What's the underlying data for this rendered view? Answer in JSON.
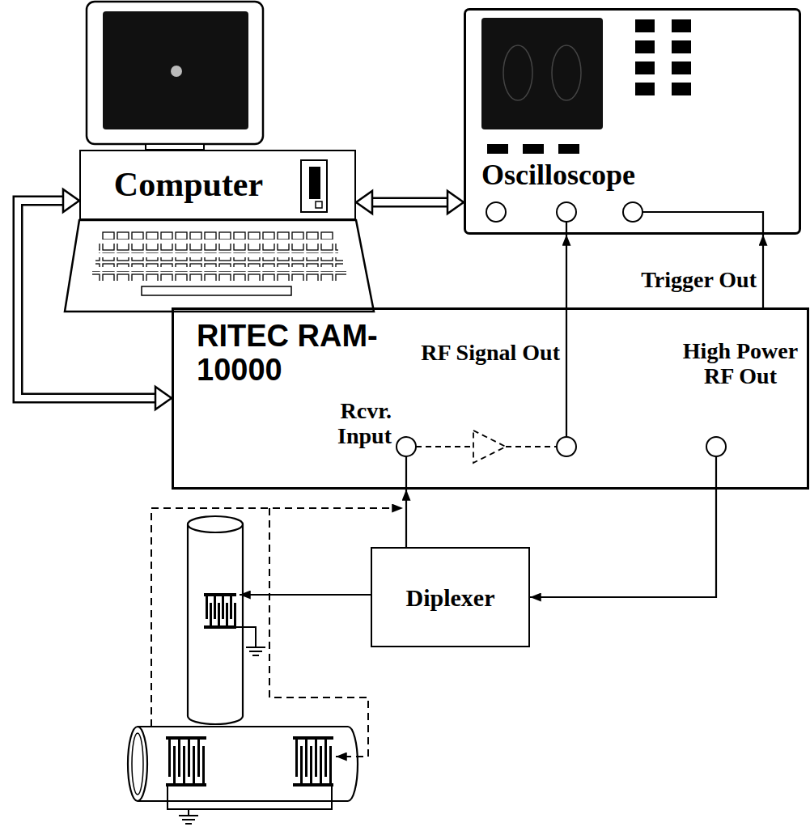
{
  "diagram": {
    "nodes": [
      {
        "text": [
          "Computer"
        ]
      },
      {
        "text": [
          "Oscilloscope"
        ]
      },
      {
        "text": [
          "RITEC RAM-10000"
        ]
      },
      {
        "text": [
          "Diplexer"
        ]
      }
    ],
    "edges": [
      {
        "from": 0,
        "to": 1,
        "arrow": "both"
      },
      {
        "from": 0,
        "to": 2,
        "arrow": "both"
      },
      {
        "from": 2,
        "to": 1,
        "arrow": "to",
        "label": "Trigger Out"
      },
      {
        "from": 2,
        "to": 1,
        "arrow": "to"
      },
      {
        "from": 2,
        "to": 3,
        "arrow": "to"
      },
      {
        "from": 3,
        "to": 2,
        "arrow": "to"
      }
    ],
    "labels": [
      "Rcvr. Input",
      "RF Signal Out",
      "High Power RF Out"
    ]
  }
}
